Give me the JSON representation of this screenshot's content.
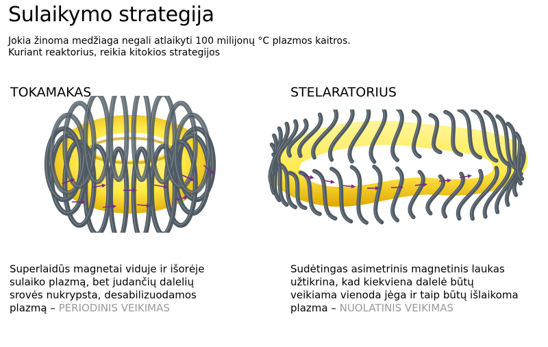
{
  "title": "Sulaikymo strategija",
  "subtitle": {
    "line1": "Jokia žinoma medžiaga negali atlaikyti 100 milijonų °C plazmos kaitros.",
    "line2": "Kuriant reaktorius, reikia kitokios strategijos"
  },
  "tokamak": {
    "heading": "TOKAMAKAS",
    "description": [
      "Superlaidūs magnetai viduje ir išorėje",
      "sulaiko plazmą, bet judančių dalelių",
      "srovės nukrypsta, desabilizuodamos",
      "plazmą –"
    ],
    "mode": "PERIODINIS VEIKIMAS"
  },
  "stellarator": {
    "heading": "STELARATORIUS",
    "description": [
      "Sudėtingas asimetrinis magnetinis laukas",
      "užtikrina, kad kiekviena dalelė būtų",
      "veikiama vienoda jėga ir taip būtų išlaikoma",
      "plazma –"
    ],
    "mode": "NUOLATINIS  VEIKIMAS"
  },
  "colors": {
    "plasma_light": "#ffe94a",
    "plasma_dark": "#e0a800",
    "coil": "#4f5a63",
    "coil_highlight": "#8f9aa3",
    "arrow": "#7a2a8a",
    "mode_text": "#9a9a9a"
  }
}
